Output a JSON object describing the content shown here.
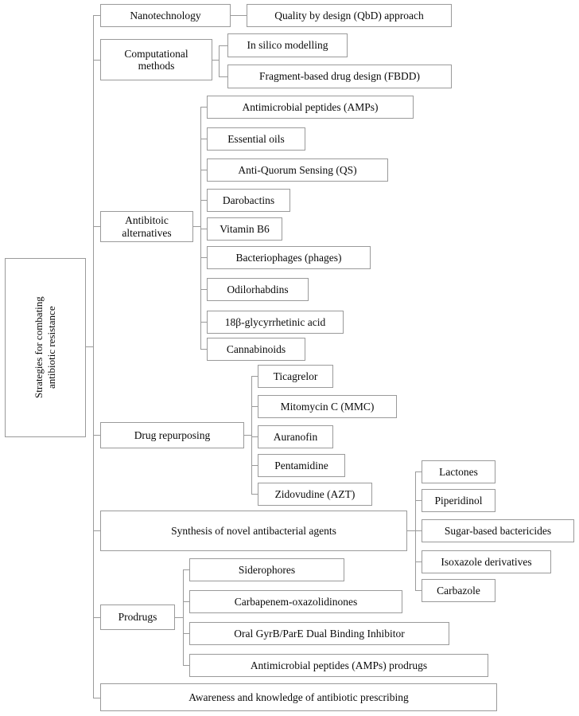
{
  "diagram": {
    "type": "hierarchy-tree",
    "title": "Strategies for combating antibiotic resistance",
    "box_border_color": "#9a9a9a",
    "background_color": "#ffffff",
    "text_color": "#0a0a0a",
    "root": {
      "label": "Strategies for combating\nantibiotic resistance",
      "orientation": "vertical-text"
    },
    "branches": [
      {
        "id": "nanotechnology",
        "label": "Nanotechnology",
        "children": [
          {
            "id": "qbd",
            "label": "Quality by design (QbD) approach"
          }
        ]
      },
      {
        "id": "computational-methods",
        "label": "Computational\nmethods",
        "children": [
          {
            "id": "in-silico-modelling",
            "label": "In silico modelling"
          },
          {
            "id": "fbdd",
            "label": "Fragment-based drug design (FBDD)"
          }
        ]
      },
      {
        "id": "antibiotic-alternatives",
        "label": "Antibitoic\nalternatives",
        "children": [
          {
            "id": "amps",
            "label": "Antimicrobial peptides (AMPs)"
          },
          {
            "id": "essential-oils",
            "label": "Essential oils"
          },
          {
            "id": "anti-quorum-sensing",
            "label": "Anti-Quorum Sensing (QS)"
          },
          {
            "id": "darobactins",
            "label": "Darobactins"
          },
          {
            "id": "vitamin-b6",
            "label": "Vitamin B6"
          },
          {
            "id": "bacteriophages",
            "label": "Bacteriophages (phages)"
          },
          {
            "id": "odilorhabdins",
            "label": "Odilorhabdins"
          },
          {
            "id": "glycyrrhetinic-acid",
            "label": "18β-glycyrrhetinic acid"
          },
          {
            "id": "cannabinoids",
            "label": "Cannabinoids"
          }
        ]
      },
      {
        "id": "drug-repurposing",
        "label": "Drug repurposing",
        "children": [
          {
            "id": "ticagrelor",
            "label": "Ticagrelor"
          },
          {
            "id": "mitomycin-c",
            "label": "Mitomycin C (MMC)"
          },
          {
            "id": "auranofin",
            "label": "Auranofin"
          },
          {
            "id": "pentamidine",
            "label": "Pentamidine"
          },
          {
            "id": "zidovudine",
            "label": "Zidovudine (AZT)"
          }
        ]
      },
      {
        "id": "synthesis-novel-antibacterial-agents",
        "label": "Synthesis of novel antibacterial agents",
        "children": [
          {
            "id": "lactones",
            "label": "Lactones"
          },
          {
            "id": "piperidinol",
            "label": "Piperidinol"
          },
          {
            "id": "sugar-based-bactericides",
            "label": "Sugar-based bactericides"
          },
          {
            "id": "isoxazole-derivatives",
            "label": "Isoxazole derivatives"
          },
          {
            "id": "carbazole",
            "label": "Carbazole"
          }
        ]
      },
      {
        "id": "prodrugs",
        "label": "Prodrugs",
        "children": [
          {
            "id": "siderophores",
            "label": "Siderophores"
          },
          {
            "id": "carbapenem-oxazolidinones",
            "label": "Carbapenem-oxazolidinones"
          },
          {
            "id": "oral-gyrb-pare",
            "label": "Oral GyrB/ParE Dual Binding Inhibitor"
          },
          {
            "id": "amps-prodrugs",
            "label": "Antimicrobial peptides (AMPs) prodrugs"
          }
        ]
      },
      {
        "id": "awareness-knowledge",
        "label": "Awareness and knowledge of antibiotic prescribing",
        "children": []
      }
    ]
  }
}
